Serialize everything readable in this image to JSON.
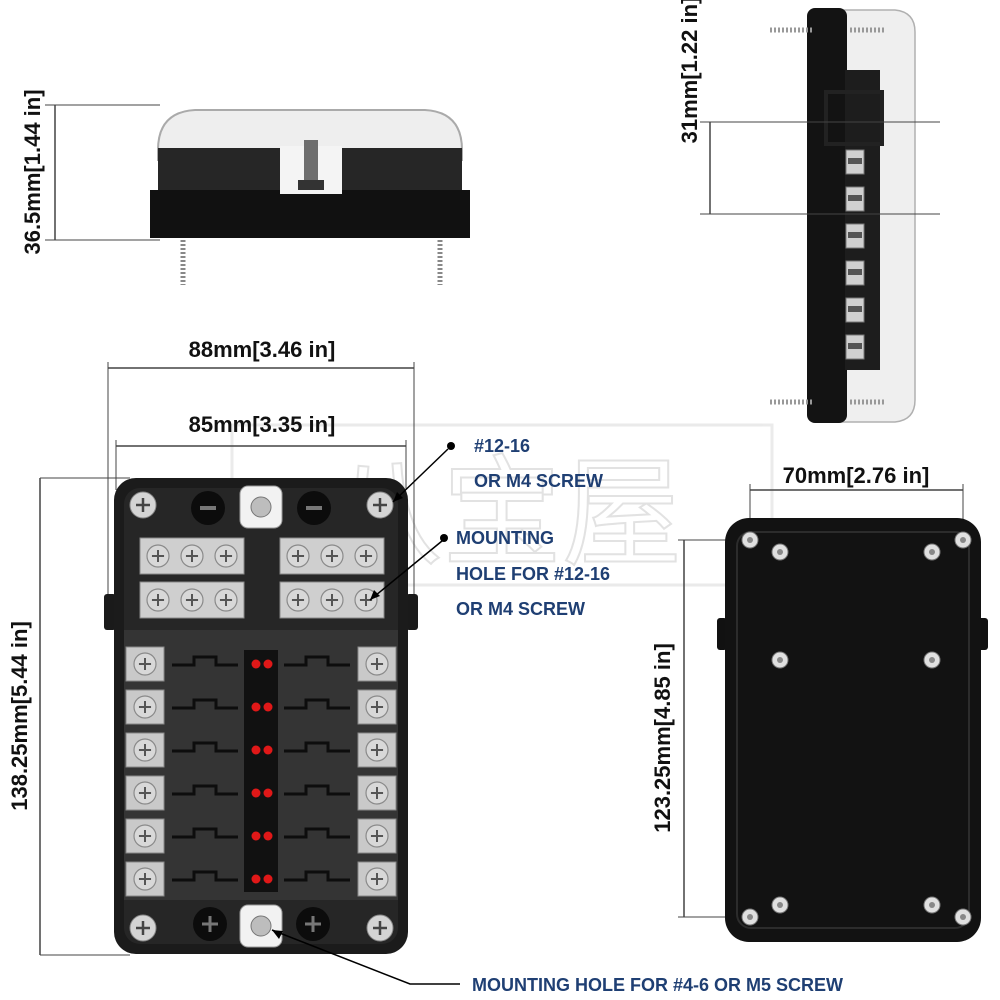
{
  "dimensions": {
    "height_side": "36.5mm[1.44 in]",
    "fuse_pitch": "31mm[1.22 in]",
    "outer_width": "88mm[3.46 in]",
    "inner_width": "85mm[3.35 in]",
    "overall_height": "138.25mm[5.44 in]",
    "back_width": "70mm[2.76 in]",
    "back_height": "123.25mm[4.85 in]"
  },
  "callouts": {
    "screw_line1": "#12-16",
    "screw_line2": "OR M4 SCREW",
    "mount_line1": "MOUNTING",
    "mount_line2": "HOLE FOR #12-16",
    "mount_line3": "OR M4 SCREW",
    "bottom": "MOUNTING HOLE FOR #4-6 OR M5 SCREW"
  },
  "watermark": "八宝屋",
  "colors": {
    "callout_text": "#1f3f73",
    "body": "#1b1b1b",
    "panel": "#3c3c3c",
    "terminal": "#c8c8c8",
    "led": "#e01818"
  }
}
